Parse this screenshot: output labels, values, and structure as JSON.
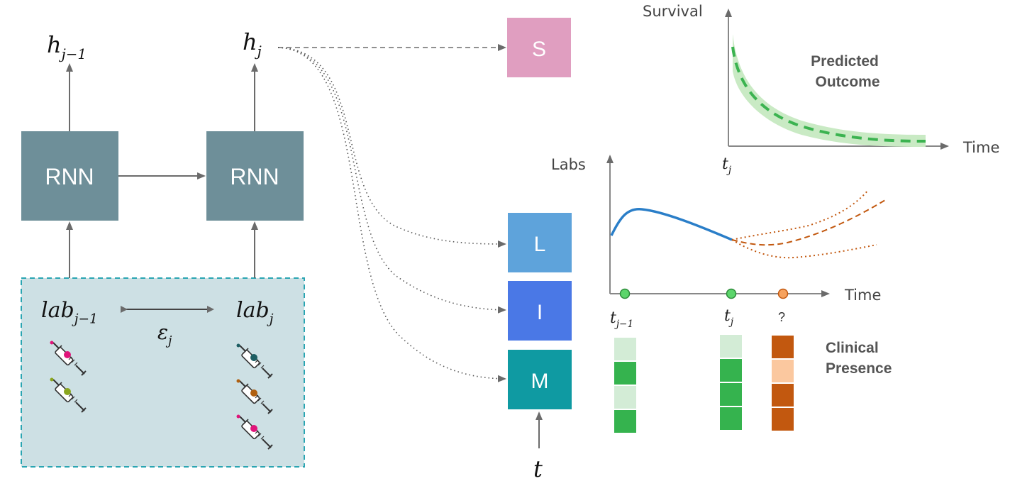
{
  "rnn": {
    "left_label": "RNN",
    "right_label": "RNN",
    "hidden_prev": "h_{j−1}",
    "hidden_curr": "h_j"
  },
  "input_panel": {
    "lab_prev": "lab_{j−1}",
    "lab_curr": "lab_j",
    "epsilon": "ε_j",
    "left_syringes": [
      "syringe-pink-icon",
      "syringe-olive-icon"
    ],
    "right_syringes": [
      "syringe-teal-icon",
      "syringe-brown-icon",
      "syringe-pink-icon"
    ]
  },
  "heads": {
    "s_label": "S",
    "l_label": "L",
    "i_label": "I",
    "m_label": "M",
    "t_input": "t"
  },
  "survival_plot": {
    "y_label": "Survival",
    "x_label": "Time",
    "x_marker": "t_j",
    "title_line1": "Predicted",
    "title_line2": "Outcome"
  },
  "labs_plot": {
    "y_label": "Labs",
    "x_label": "Time",
    "tick_prev": "t_{j−1}",
    "tick_curr": "t_j",
    "tick_next": "?"
  },
  "clinical_presence": {
    "line1": "Clinical",
    "line2": "Presence",
    "column_prev": [
      "light",
      "dark",
      "light",
      "dark"
    ],
    "column_curr": [
      "light",
      "dark",
      "dark",
      "dark"
    ],
    "column_next": [
      "dark",
      "light",
      "dark",
      "dark"
    ]
  },
  "colors": {
    "rnn_box": "#6e8f99",
    "panel_fill": "#cde0e4",
    "panel_border": "#2aa5b2",
    "s_box": "#e09ec0",
    "l_box": "#5ea3db",
    "i_box": "#4a78e6",
    "m_box": "#0f9aa2",
    "green_dark": "#35b34e",
    "green_light": "#d3ecd6",
    "orange_dark": "#c2580f",
    "orange_light": "#fbc89f",
    "labs_curve": "#2a7ec8",
    "survival_band": "#c9eac4",
    "survival_line": "#3bb350"
  }
}
